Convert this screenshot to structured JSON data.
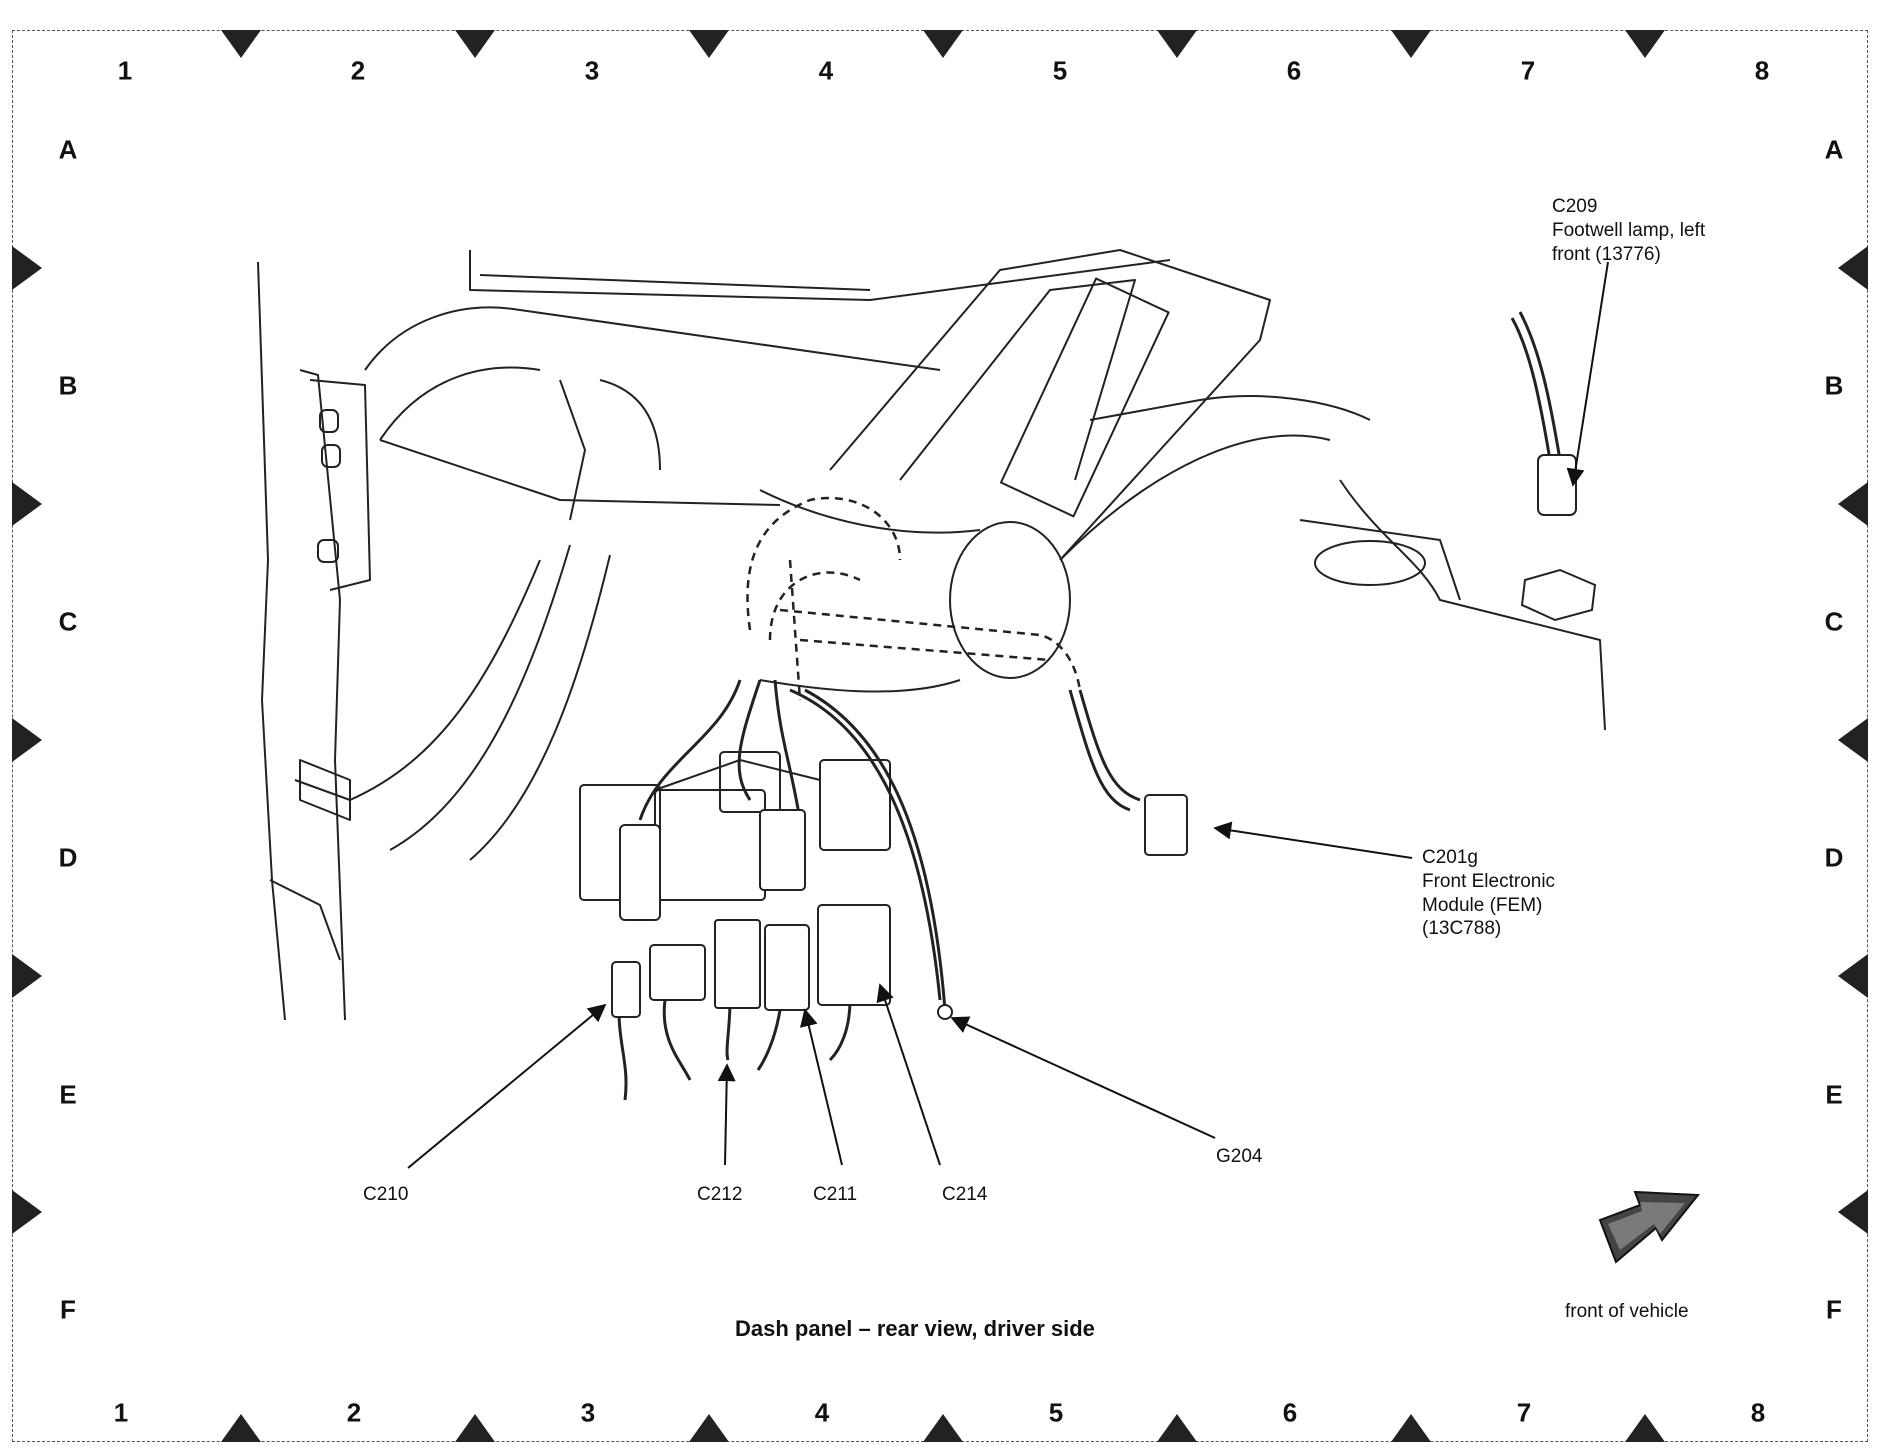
{
  "diagram": {
    "title": "Dash panel – rear view, driver side",
    "grid_columns": [
      "1",
      "2",
      "3",
      "4",
      "5",
      "6",
      "7",
      "8"
    ],
    "grid_rows": [
      "A",
      "B",
      "C",
      "D",
      "E",
      "F"
    ],
    "direction_label": "front of vehicle"
  },
  "callouts": {
    "c209": "C209\nFootwell lamp, left\nfront (13776)",
    "c201g": "C201g\nFront Electronic\nModule (FEM)\n(13C788)",
    "g204": "G204",
    "c210": "C210",
    "c212": "C212",
    "c211": "C211",
    "c214": "C214"
  },
  "colors": {
    "line": "#111111",
    "border": "#555555",
    "marker": "#222222"
  }
}
